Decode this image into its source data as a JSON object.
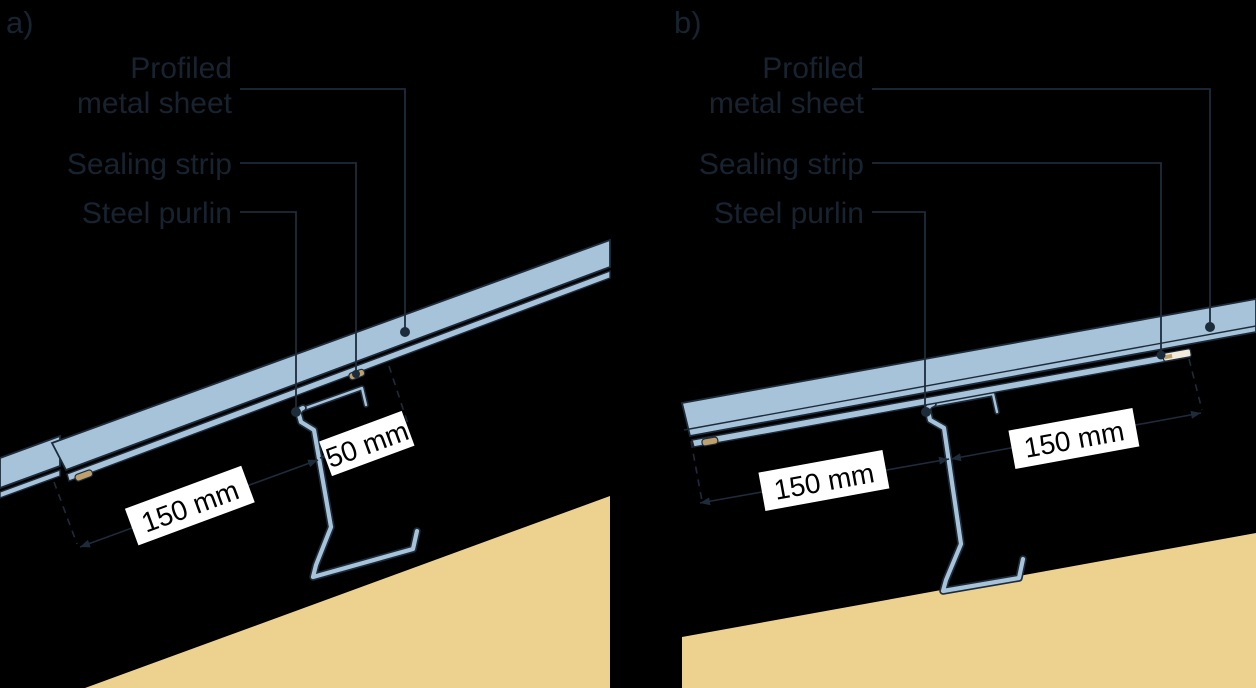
{
  "colors": {
    "background": "#000000",
    "sheet": "#a7c3da",
    "outline": "#1d2c3a",
    "ground": "#ecd18f",
    "seal": "#bfa06d",
    "seal_light": "#f2ecdc",
    "label_text": "#17232f",
    "dim_text": "#000000",
    "dim_box": "#ffffff"
  },
  "panel_a": {
    "letter": "a)",
    "labels": {
      "profiled_line1": "Profiled",
      "profiled_line2": "metal sheet",
      "sealing_strip": "Sealing strip",
      "steel_purlin": "Steel purlin"
    },
    "dimensions": {
      "left": "150 mm",
      "right": "50 mm"
    }
  },
  "panel_b": {
    "letter": "b)",
    "labels": {
      "profiled_line1": "Profiled",
      "profiled_line2": "metal sheet",
      "sealing_strip": "Sealing strip",
      "steel_purlin": "Steel purlin"
    },
    "dimensions": {
      "left": "150 mm",
      "right": "150 mm"
    }
  }
}
